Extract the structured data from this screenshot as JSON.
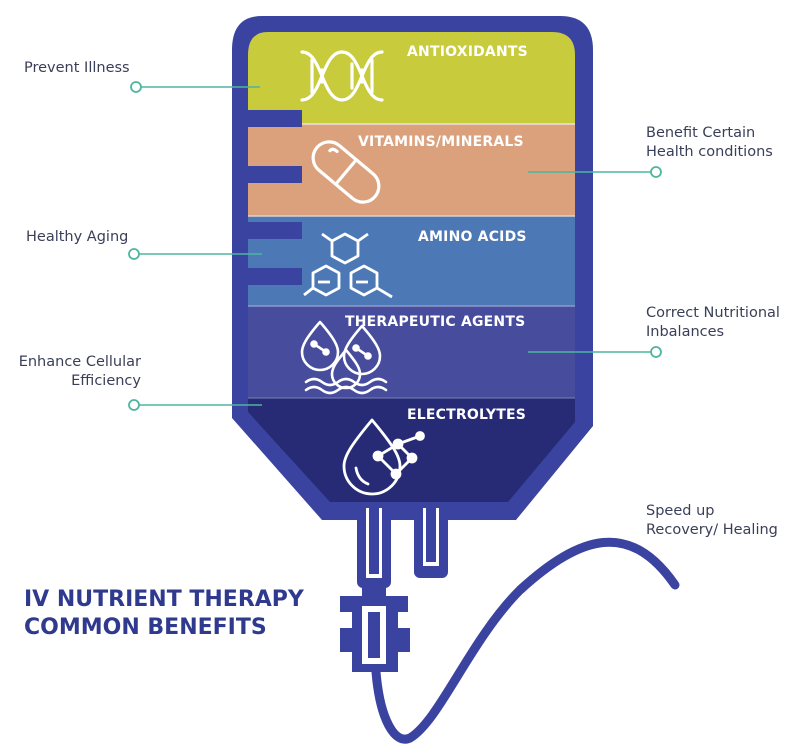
{
  "title": {
    "line1": "IV NUTRIENT THERAPY",
    "line2": "COMMON BENEFITS"
  },
  "segments": [
    {
      "label": "ANTIOXIDANTS",
      "icon": "dna-icon",
      "color": "#c5c83a"
    },
    {
      "label": "VITAMINS/MINERALS",
      "icon": "capsule-icon",
      "color": "#dca07a"
    },
    {
      "label": "AMINO ACIDS",
      "icon": "molecule-icon",
      "color": "#4f7ab8"
    },
    {
      "label": "THERAPEUTIC AGENTS",
      "icon": "droplets-icon",
      "color": "#4a4f9e"
    },
    {
      "label": "ELECTROLYTES",
      "icon": "drop-molecule-icon",
      "color": "#282c78"
    }
  ],
  "benefits_left": [
    {
      "line1": "Prevent Illness",
      "line2": ""
    },
    {
      "line1": "Healthy Aging",
      "line2": ""
    },
    {
      "line1": "Enhance Cellular",
      "line2": "Efficiency"
    }
  ],
  "benefits_right": [
    {
      "line1": "Benefit Certain",
      "line2": "Health conditions"
    },
    {
      "line1": "Correct Nutritional",
      "line2": "Inbalances"
    },
    {
      "line1": "Speed up",
      "line2": "Recovery/ Healing"
    }
  ],
  "colors": {
    "bag_outline": "#3b43a0",
    "connector": "#4db6a0",
    "title": "#2f3a8f"
  }
}
